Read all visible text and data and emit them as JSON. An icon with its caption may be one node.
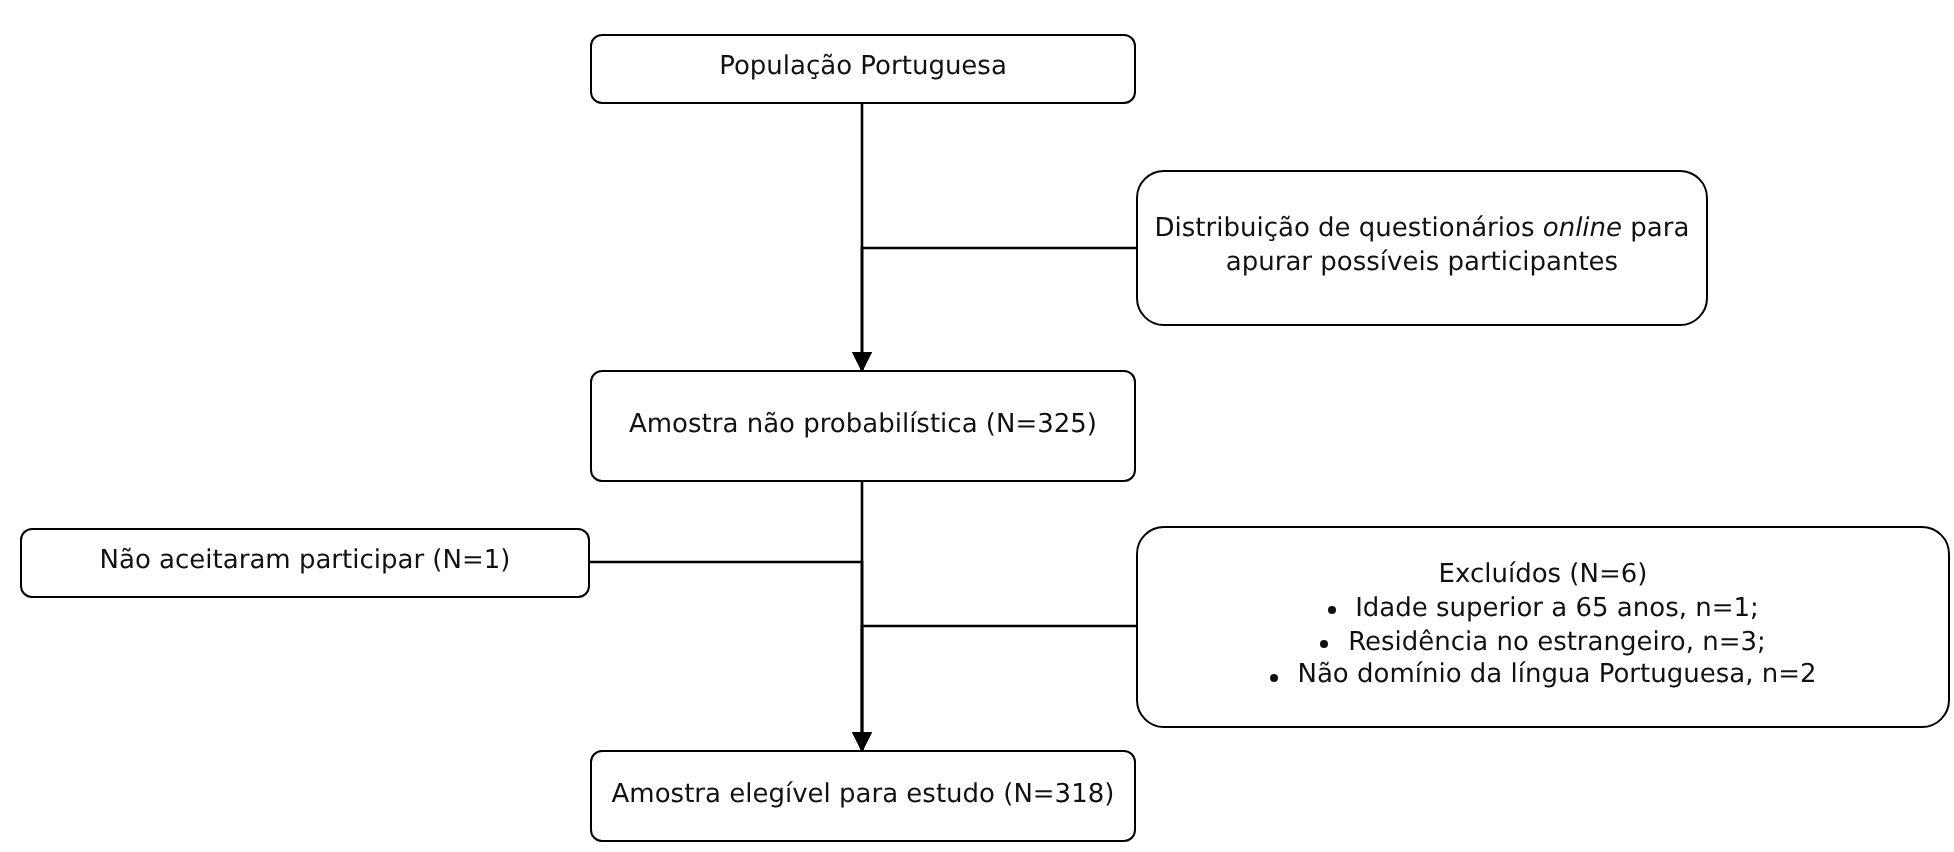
{
  "diagram": {
    "nodes": [
      {
        "text": [
          "População Portuguesa"
        ]
      },
      {
        "text": [
          "Distribuição de questionários *online* para apurar possíveis participantes"
        ]
      },
      {
        "text": [
          "Amostra não probabilística (N=325)"
        ]
      },
      {
        "text": [
          "Não aceitaram participar (N=1)"
        ]
      },
      {
        "text": [
          "Excluídos (N=6)",
          "Idade superior a 65 anos, n=1;",
          "Residência no estrangeiro, n=3;",
          "Não domínio da língua Portuguesa, n=2"
        ]
      },
      {
        "text": [
          "Amostra elegível para estudo (N=318)"
        ]
      }
    ],
    "edges": [
      {
        "from": 0,
        "to": 2,
        "arrow": "to"
      },
      {
        "from": 1,
        "to": 2,
        "arrow": "to"
      },
      {
        "from": 2,
        "to": 5,
        "arrow": "to"
      },
      {
        "from": 3,
        "to": 5,
        "arrow": "to"
      },
      {
        "from": 4,
        "to": 5,
        "arrow": "to"
      }
    ]
  }
}
